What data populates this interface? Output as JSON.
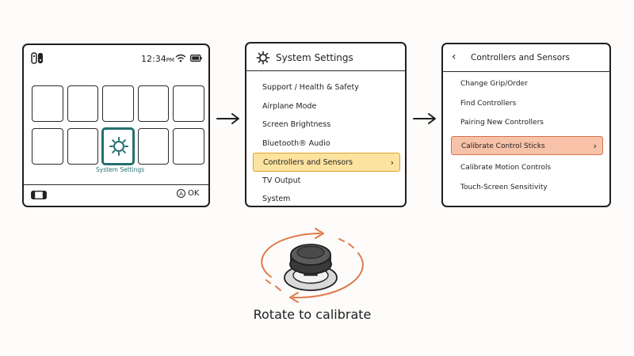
{
  "home": {
    "clock": "12:34",
    "clock_suffix": "PM",
    "selected_tile_label": "System Settings",
    "ok_button_glyph": "A",
    "ok_label": "OK",
    "tile_count": 10,
    "selected_tile_index": 7
  },
  "settings": {
    "title": "System Settings",
    "items": [
      {
        "label": "Support / Health & Safety"
      },
      {
        "label": "Airplane Mode"
      },
      {
        "label": "Screen Brightness"
      },
      {
        "label": "Bluetooth® Audio"
      },
      {
        "label": "Controllers and Sensors",
        "active": true
      },
      {
        "label": "TV Output"
      },
      {
        "label": "System"
      }
    ]
  },
  "controllers": {
    "title": "Controllers and Sensors",
    "items": [
      {
        "label": "Change Grip/Order"
      },
      {
        "label": "Find Controllers"
      },
      {
        "label": "Pairing New Controllers"
      },
      {
        "label": "Calibrate Control Sticks",
        "active": true
      },
      {
        "label": "Calibrate Motion Controls"
      },
      {
        "label": "Touch-Screen Sensitivity"
      }
    ]
  },
  "illustration": {
    "caption": "Rotate to calibrate",
    "icon": "control-stick-rotate-icon"
  },
  "colors": {
    "teal_accent": "#24706e",
    "yellow_highlight": "#fde3a0",
    "yellow_border": "#d8a52a",
    "salmon_highlight": "#f8c2a8",
    "salmon_border": "#d2724d",
    "orange_arrow": "#e07a4a"
  }
}
